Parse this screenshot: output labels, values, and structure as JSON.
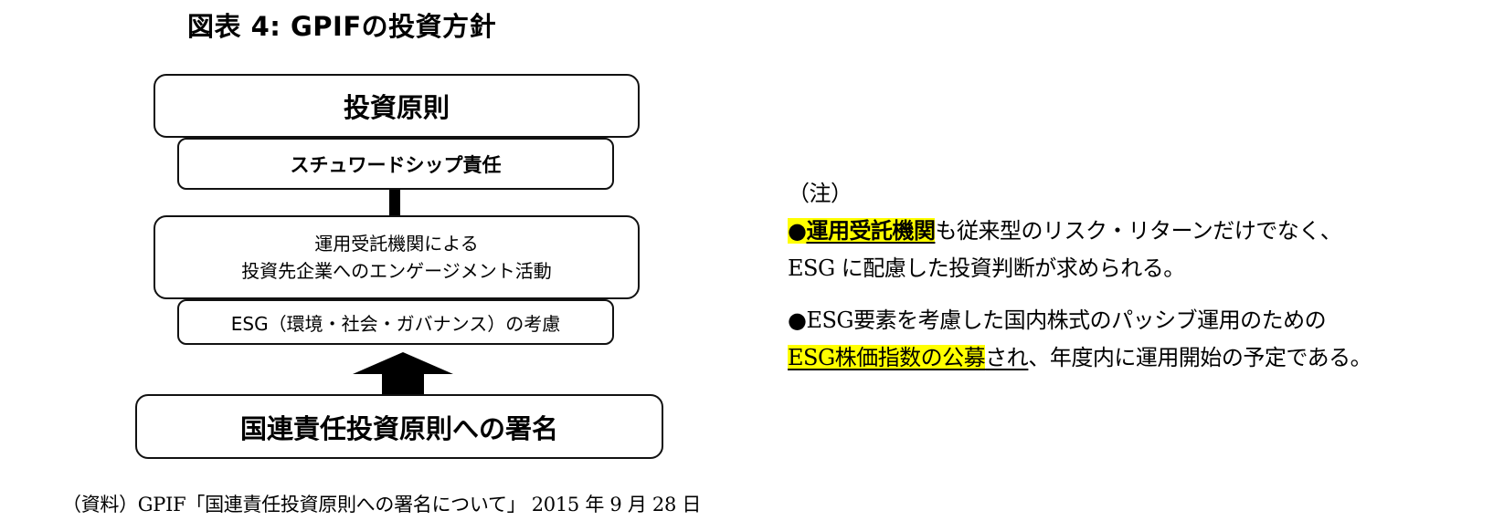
{
  "figure": {
    "title": "図表 4:  GPIFの投資方針"
  },
  "diagram": {
    "principle_box": "投資原則",
    "stewardship_box": "スチュワードシップ責任",
    "engagement_box": {
      "line1": "運用受託機関による",
      "line2": "投資先企業へのエンゲージメント活動"
    },
    "esg_box": "ESG（環境・社会・ガバナンス）の考慮",
    "signature_box": "国連責任投資原則への署名",
    "arrow_icon": "up-arrow-icon"
  },
  "notes": {
    "heading": "（注）",
    "para1": {
      "bullet": "●",
      "highlight": "運用受託機関",
      "rest": "も従来型のリスク・リターンだけでなく、ESG に配慮した投資判断が求められる。"
    },
    "para2": {
      "bullet": "●",
      "pre": "ESG要素を考慮した国内株式のパッシブ運用のための",
      "highlight": "ESG株価指数の公募",
      "underlined_tail": "され",
      "rest": "、年度内に運用開始の予定である。"
    }
  },
  "source": "（資料）GPIF「国連責任投資原則への署名について」 2015 年 9 月 28 日",
  "colors": {
    "highlight": "#ffff00",
    "border": "#111111"
  }
}
